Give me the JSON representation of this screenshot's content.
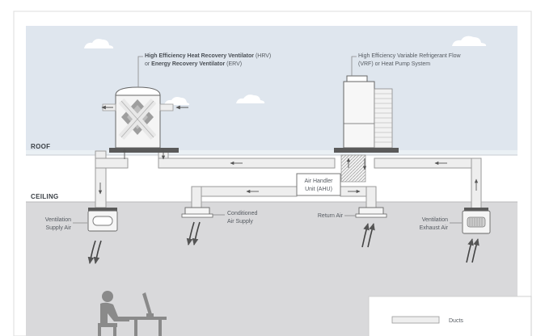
{
  "zones": {
    "roof": "ROOF",
    "ceiling": "CEILING"
  },
  "hrv": {
    "line1_bold": "High Efficiency Heat Recovery Ventilator",
    "line1_rest": " (HRV)",
    "line2_pre": "or ",
    "line2_bold": "Energy Recovery Ventilator",
    "line2_rest": " (ERV)"
  },
  "vrf": {
    "line1": "High Efficiency Variable Refrigerant Flow",
    "line2": "(VRF) or Heat Pump System"
  },
  "ahu": {
    "line1": "Air Handler",
    "line2": "Unit (AHU)"
  },
  "ventilation_supply": {
    "line1": "Ventilation",
    "line2": "Supply Air"
  },
  "conditioned_supply": {
    "line1": "Conditioned",
    "line2": "Air Supply"
  },
  "return_air": {
    "label": "Return Air"
  },
  "ventilation_exhaust": {
    "line1": "Ventilation",
    "line2": "Exhaust Air"
  },
  "legend": {
    "ducts": "Ducts"
  },
  "colors": {
    "sky": "#dfe6ee",
    "indoor": "#d9d9db",
    "duct_fill": "#eeeeee",
    "duct_stroke": "#9a9a9a",
    "dark": "#5a5a5a",
    "cloud": "#ffffff"
  },
  "icons": [
    "cloud-icon",
    "heat-exchanger-icon",
    "arrow-icon",
    "person-at-desk-icon",
    "vent-grille-icon"
  ]
}
